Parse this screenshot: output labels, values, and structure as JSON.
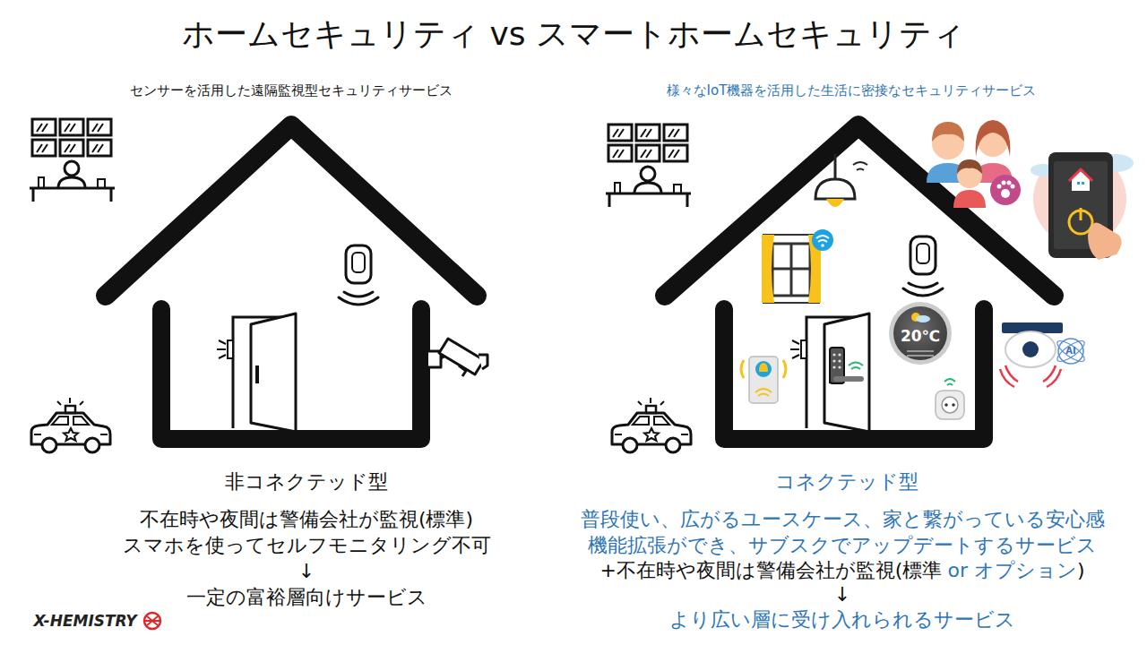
{
  "diagram": {
    "title": "ホームセキュリティ vs スマートホームセキュリティ",
    "labels": [
      "センサーを活用した遠隔監視型セキュリティサービス",
      "非コネクテッド型",
      "不在時や夜間は警備会社が監視(標準)",
      "スマホを使ってセルフモニタリング不可",
      "↓",
      "一定の富裕層向けサービス",
      "様々なIoT機器を活用した生活に密接なセキュリティサービス",
      "20℃",
      "AI",
      "コネクテッド型",
      "普段使い、広がるユースケース、家と繋がっている安心感",
      "機能拡張ができ、サブスクでアップデートするサービス",
      "+不在時や夜間は警備会社が監視(標準",
      "or オプション",
      ")",
      "↓",
      "より広い層に受け入れられるサービス",
      "X-HEMISTRY"
    ]
  }
}
